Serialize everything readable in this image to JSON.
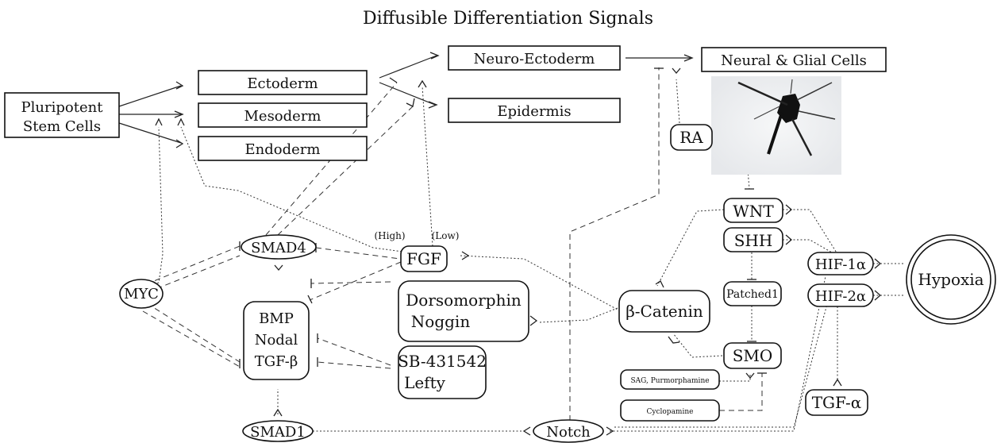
{
  "title": "Diffusible Differentiation Signals",
  "nodes": {
    "pluripotent_line1": "Pluripotent",
    "pluripotent_line2": "Stem Cells",
    "ectoderm": "Ectoderm",
    "mesoderm": "Mesoderm",
    "endoderm": "Endoderm",
    "neuro_ectoderm": "Neuro-Ectoderm",
    "epidermis": "Epidermis",
    "neural_glial": "Neural & Glial Cells",
    "ra": "RA",
    "wnt": "WNT",
    "shh": "SHH",
    "smad4": "SMAD4",
    "fgf": "FGF",
    "myc": "MYC",
    "bmp_line1": "BMP",
    "bmp_line2": "Nodal",
    "bmp_line3": "TGF-β",
    "dorsomorphin_line1": "Dorsomorphin",
    "dorsomorphin_line2": "Noggin",
    "sb_line1": "SB-431542",
    "sb_line2": "Lefty",
    "beta_catenin": "β-Catenin",
    "patched1": "Patched1",
    "smo": "SMO",
    "sag": "SAG, Purmorphamine",
    "cyclopamine": "Cyclopamine",
    "hif1a": "HIF-1α",
    "hif2a": "HIF-2α",
    "hypoxia": "Hypoxia",
    "tgf_alpha": "TGF-α",
    "smad1": "SMAD1",
    "notch": "Notch"
  },
  "annotations": {
    "high": "(High)",
    "low": "(Low)"
  },
  "image": {
    "name": "neural-cell-micrograph",
    "colors": {
      "background": "#eceef1",
      "cell": "#111111"
    }
  }
}
